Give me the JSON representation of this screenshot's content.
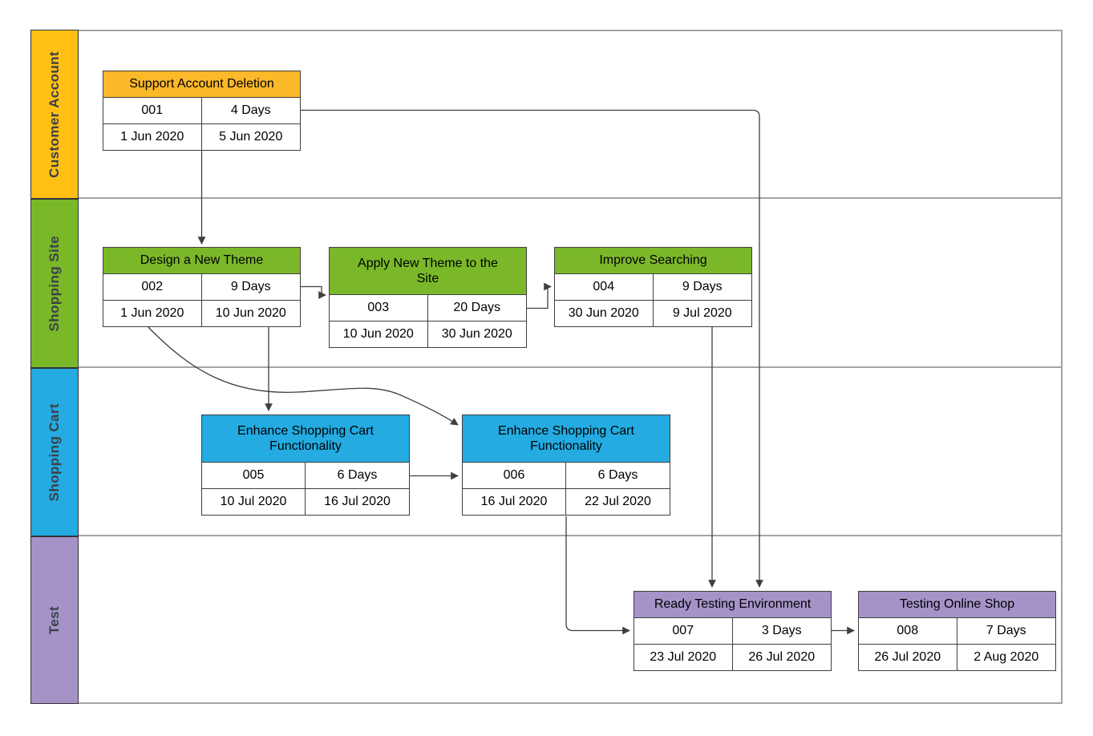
{
  "diagram": {
    "type": "swimlane-dependency-diagram",
    "connector_color": "#3F3F3F",
    "lanes": [
      {
        "label": "Customer Account",
        "color": "#FFC013"
      },
      {
        "label": "Shopping Site",
        "color": "#7AB829"
      },
      {
        "label": "Shopping Cart",
        "color": "#24ABE2"
      },
      {
        "label": "Test",
        "color": "#A593C8"
      }
    ],
    "tasks": [
      {
        "lane": "Customer Account",
        "title": "Support Account Deletion",
        "id": "001",
        "duration": "4 Days",
        "start": "1 Jun 2020",
        "end": "5 Jun 2020",
        "color": "#FBB829"
      },
      {
        "lane": "Shopping Site",
        "title": "Design a New Theme",
        "id": "002",
        "duration": "9 Days",
        "start": "1 Jun 2020",
        "end": "10 Jun 2020",
        "color": "#7AB829"
      },
      {
        "lane": "Shopping Site",
        "title": "Apply New Theme to the Site",
        "id": "003",
        "duration": "20 Days",
        "start": "10 Jun 2020",
        "end": "30 Jun 2020",
        "color": "#7AB829"
      },
      {
        "lane": "Shopping Site",
        "title": "Improve Searching",
        "id": "004",
        "duration": "9 Days",
        "start": "30 Jun 2020",
        "end": "9 Jul 2020",
        "color": "#7AB829"
      },
      {
        "lane": "Shopping Cart",
        "title": "Enhance Shopping Cart Functionality",
        "id": "005",
        "duration": "6 Days",
        "start": "10 Jul 2020",
        "end": "16 Jul 2020",
        "color": "#24ABE2"
      },
      {
        "lane": "Shopping Cart",
        "title": "Enhance Shopping Cart Functionality",
        "id": "006",
        "duration": "6 Days",
        "start": "16 Jul 2020",
        "end": "22 Jul 2020",
        "color": "#24ABE2"
      },
      {
        "lane": "Test",
        "title": "Ready Testing Environment",
        "id": "007",
        "duration": "3 Days",
        "start": "23 Jul 2020",
        "end": "26 Jul 2020",
        "color": "#A593C8"
      },
      {
        "lane": "Test",
        "title": "Testing Online Shop",
        "id": "008",
        "duration": "7 Days",
        "start": "26 Jul 2020",
        "end": "2 Aug 2020",
        "color": "#A593C8"
      }
    ],
    "dependencies": [
      {
        "from": "001",
        "to": "002"
      },
      {
        "from": "001",
        "to": "007"
      },
      {
        "from": "002",
        "to": "003"
      },
      {
        "from": "002",
        "to": "005"
      },
      {
        "from": "002",
        "to": "006"
      },
      {
        "from": "003",
        "to": "004"
      },
      {
        "from": "004",
        "to": "007"
      },
      {
        "from": "005",
        "to": "006"
      },
      {
        "from": "006",
        "to": "007"
      },
      {
        "from": "007",
        "to": "008"
      }
    ]
  }
}
